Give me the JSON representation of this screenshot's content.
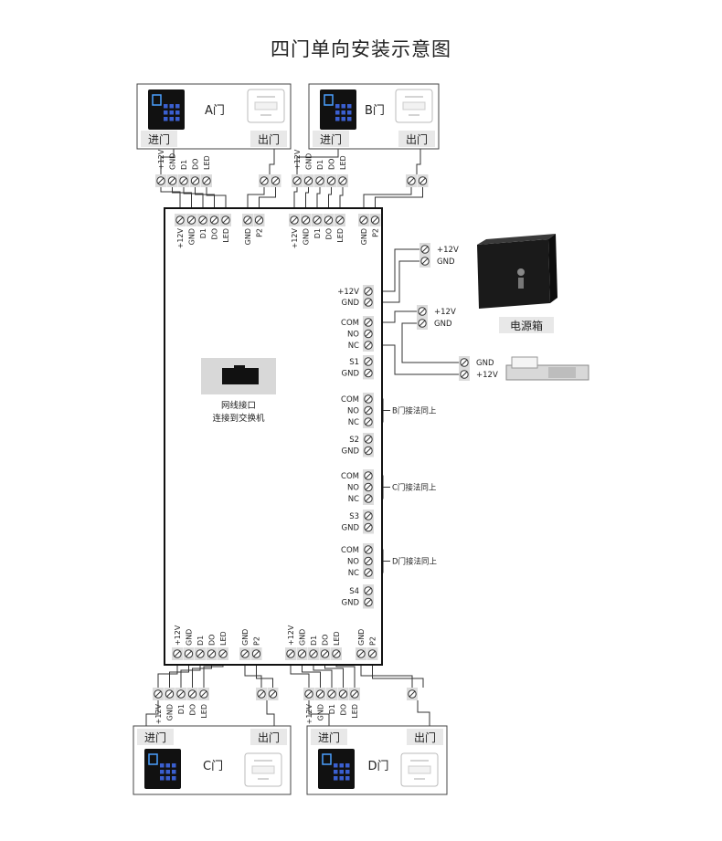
{
  "title": "四门单向安装示意图",
  "doors": {
    "A": {
      "label": "A门",
      "enter": "进门",
      "exit": "出门"
    },
    "B": {
      "label": "B门",
      "enter": "进门",
      "exit": "出门"
    },
    "C": {
      "label": "C门",
      "enter": "进门",
      "exit": "出门"
    },
    "D": {
      "label": "D门",
      "enter": "进门",
      "exit": "出门"
    }
  },
  "reader_terminals": [
    "+12V",
    "GND",
    "D1",
    "DO",
    "LED"
  ],
  "button_terminals": [
    "GND",
    "P2"
  ],
  "network": {
    "line1": "网线接口",
    "line2": "连接到交换机"
  },
  "power_terminals": [
    "+12V",
    "GND"
  ],
  "relay_terminals": [
    "COM",
    "NO",
    "NC"
  ],
  "sensors": [
    {
      "s": "S1",
      "g": "GND"
    },
    {
      "s": "S2",
      "g": "GND"
    },
    {
      "s": "S3",
      "g": "GND"
    },
    {
      "s": "S4",
      "g": "GND"
    }
  ],
  "relay_notes": [
    "B门接法同上",
    "C门接法同上",
    "D门接法同上"
  ],
  "power_box": {
    "label": "电源箱",
    "out_top": [
      "+12V",
      "GND"
    ],
    "out_mid": [
      "+12V",
      "GND"
    ]
  },
  "lock": {
    "terminals": [
      "GND",
      "+12V"
    ]
  },
  "colors": {
    "line": "#333333",
    "terminal_bg": "#dcdcdc",
    "board_border": "#111111"
  }
}
